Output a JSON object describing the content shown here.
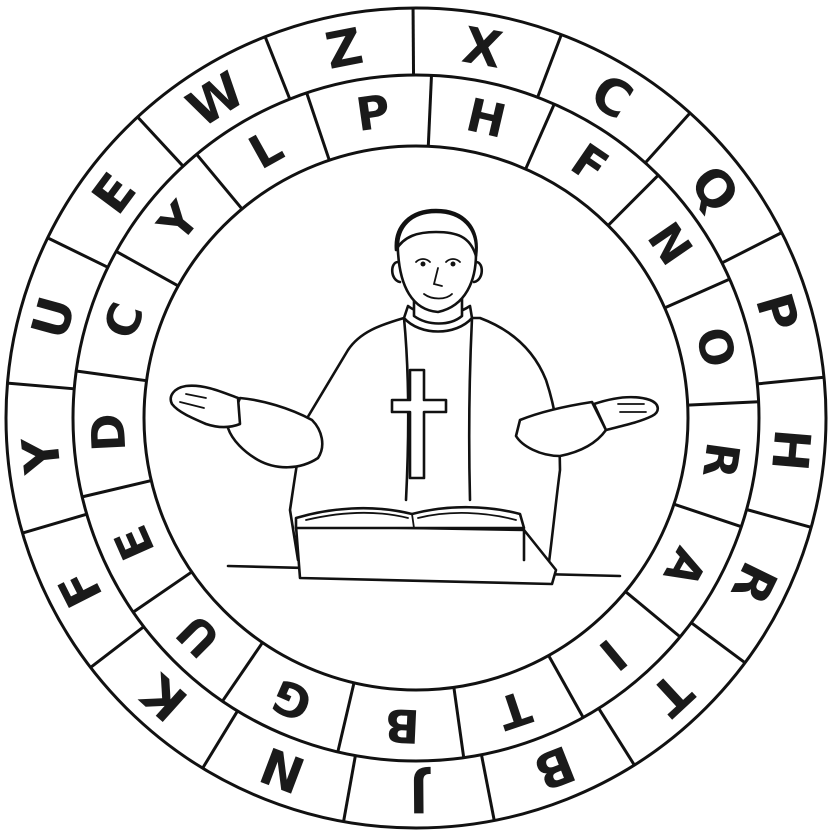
{
  "wheel": {
    "outer_letters": [
      "Z",
      "X",
      "C",
      "Q",
      "P",
      "H",
      "R",
      "T",
      "B",
      "J",
      "N",
      "K",
      "F",
      "Y",
      "U",
      "E",
      "W"
    ],
    "inner_letters": [
      "P",
      "H",
      "F",
      "N",
      "O",
      "R",
      "A",
      "I",
      "T",
      "B",
      "G",
      "U",
      "E",
      "D",
      "C",
      "Y",
      "L"
    ]
  },
  "illustration": {
    "subject": "priest-at-altar",
    "cross_icon": "cross-icon",
    "book_icon": "open-book-icon"
  }
}
